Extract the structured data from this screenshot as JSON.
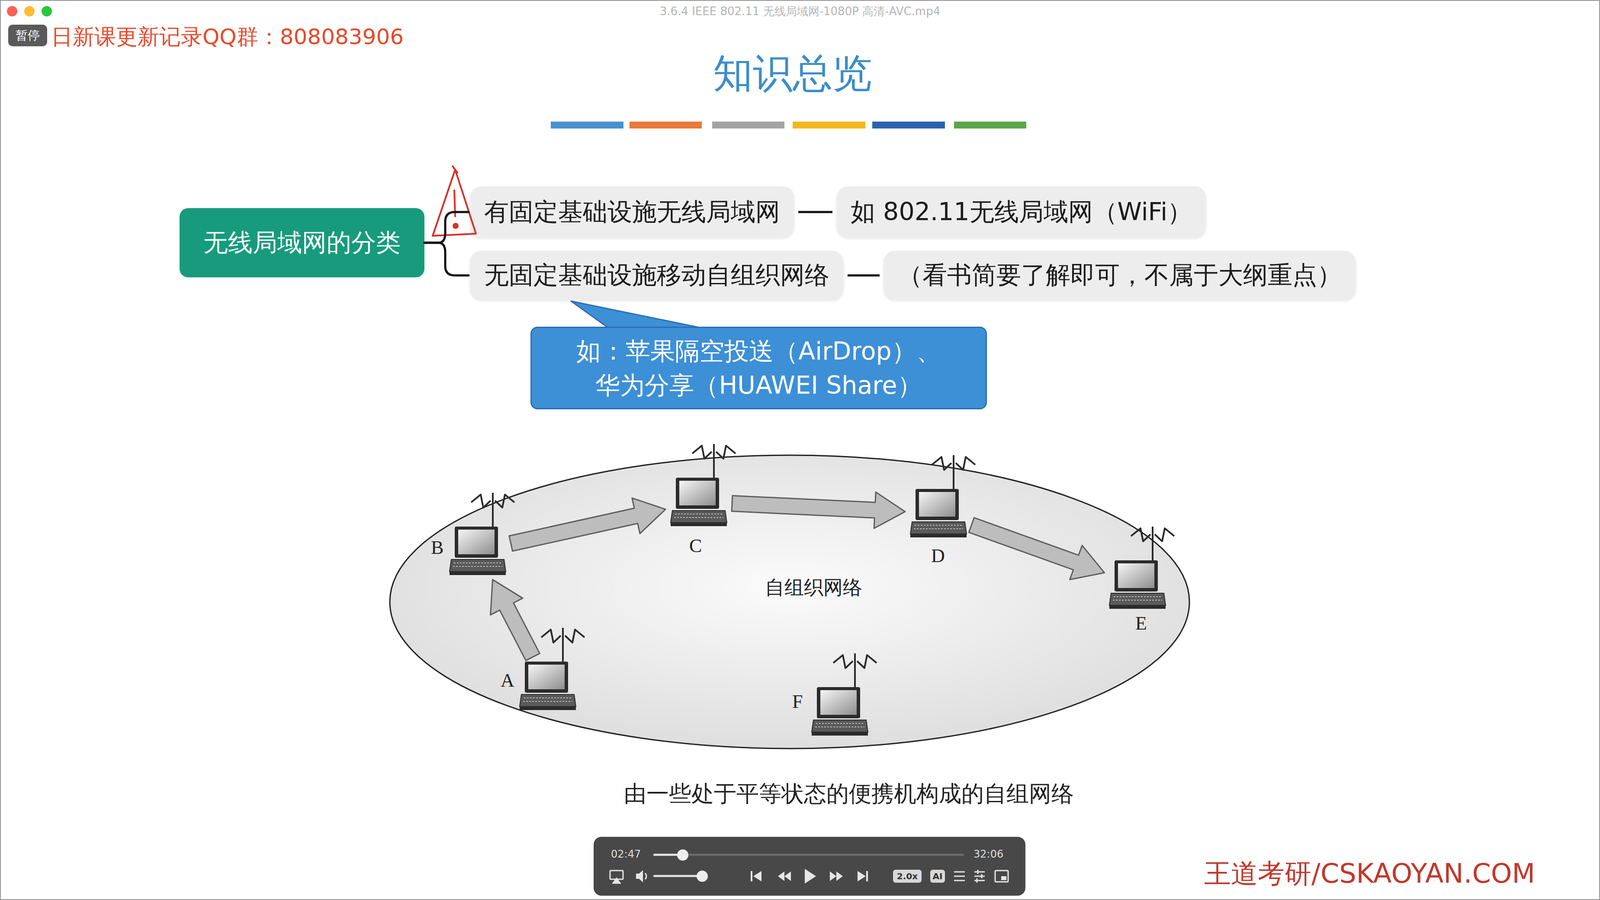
{
  "diagram": {
    "title": "知识总览",
    "caption": "由一些处于平等状态的便携机构成的自组网络",
    "nodes": [
      {
        "text": [
          "无线局域网的分类"
        ]
      },
      {
        "text": [
          "有固定基础设施无线局域网"
        ]
      },
      {
        "text": [
          "如 802.11无线局域网（WiFi）"
        ]
      },
      {
        "text": [
          "无固定基础设施移动自组织网络"
        ]
      },
      {
        "text": [
          "（看书简要了解即可，不属于大纲重点）"
        ]
      },
      {
        "text": [
          "如：苹果隔空投送（AirDrop）、 华为分享（HUAWEI Share）"
        ]
      },
      {
        "text": [
          "自组织网络"
        ]
      },
      {
        "text": [
          "A"
        ],
        "in": 6
      },
      {
        "text": [
          "B"
        ],
        "in": 6
      },
      {
        "text": [
          "C"
        ],
        "in": 6
      },
      {
        "text": [
          "D"
        ],
        "in": 6
      },
      {
        "text": [
          "E"
        ],
        "in": 6
      },
      {
        "text": [
          "F"
        ],
        "in": 6
      }
    ],
    "edges": [
      {
        "from": 0,
        "to": 1,
        "arrow": "none"
      },
      {
        "from": 0,
        "to": 3,
        "arrow": "none"
      },
      {
        "from": 1,
        "to": 2,
        "arrow": "none"
      },
      {
        "from": 3,
        "to": 4,
        "arrow": "none"
      },
      {
        "from": 7,
        "to": 8,
        "arrow": "to"
      },
      {
        "from": 8,
        "to": 9,
        "arrow": "to"
      },
      {
        "from": 9,
        "to": 10,
        "arrow": "to"
      },
      {
        "from": 10,
        "to": 11,
        "arrow": "to"
      }
    ],
    "labels": [
      "3.6.4 IEEE 802.11 无线局域网-1080P 高清-AVC.mp4",
      "暂停",
      "日新课更新记录QQ群：808083906",
      "02:47",
      "32:06",
      "2.0x",
      "AI",
      "王道考研/CSKAOYAN.COM"
    ]
  }
}
